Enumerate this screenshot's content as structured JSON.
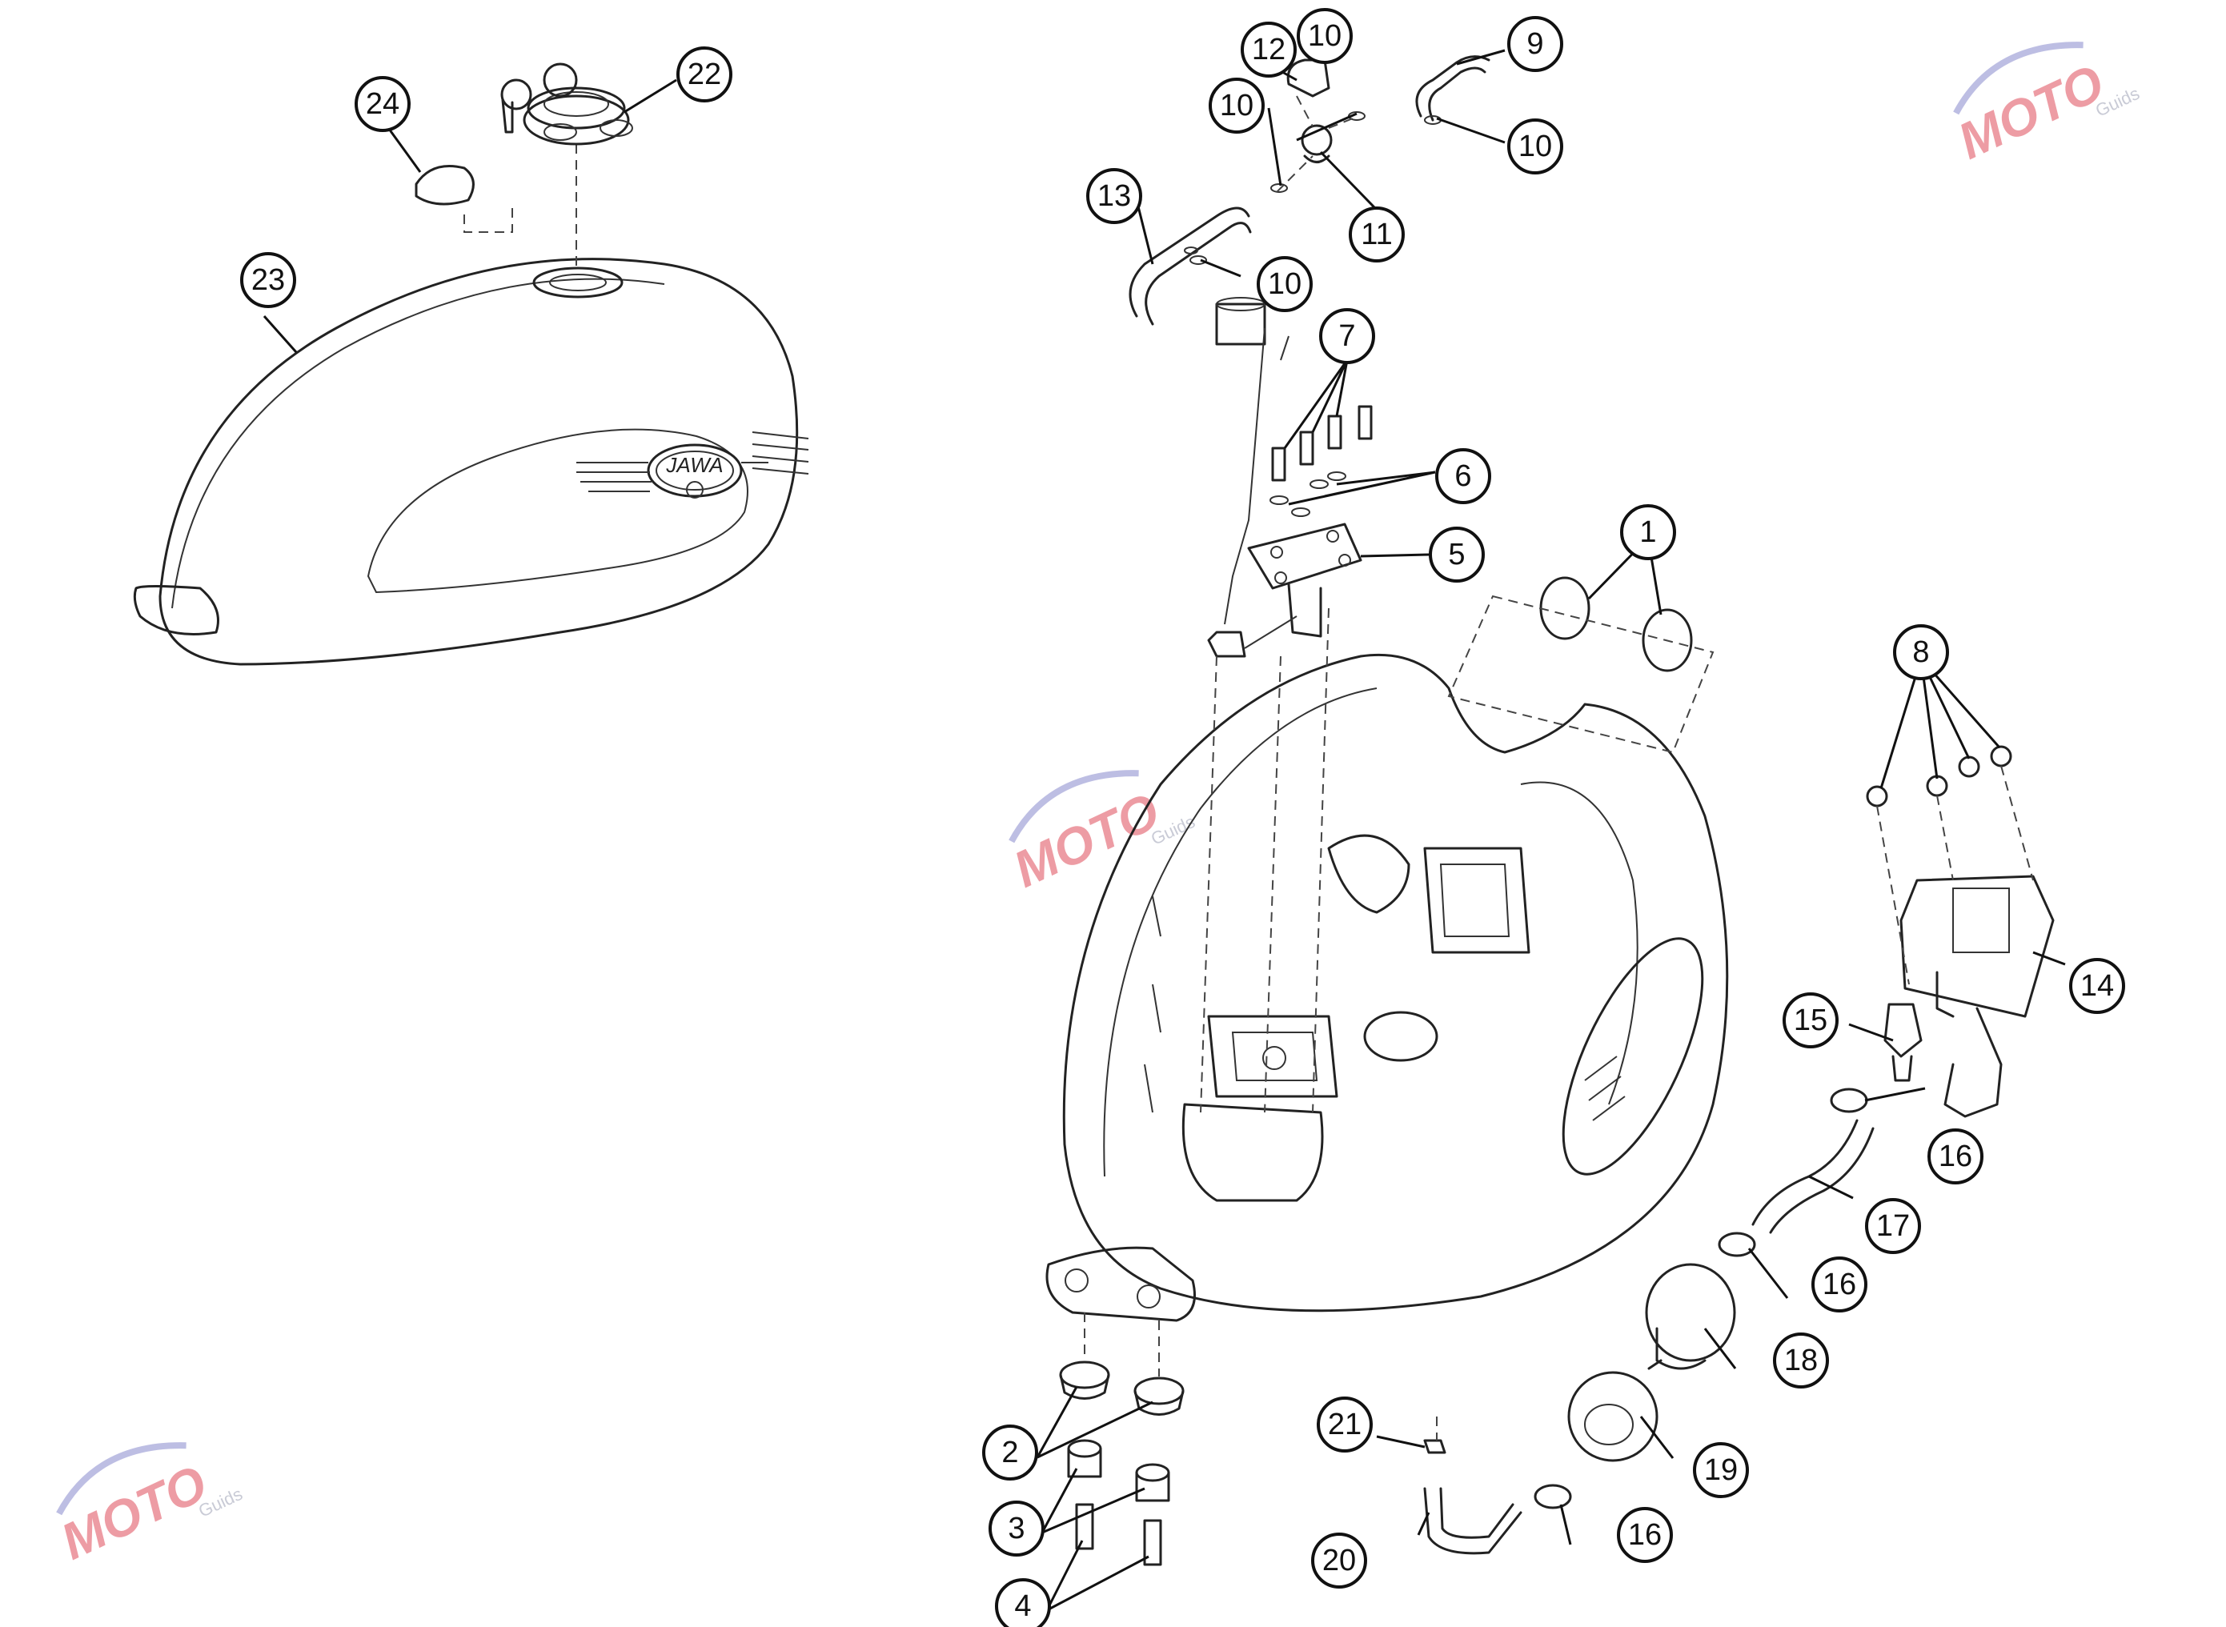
{
  "diagram": {
    "emblem_text": "JAWA",
    "watermark": {
      "brand": "MOTO",
      "sub": "Guids",
      "color_main": "#e04d5a",
      "color_accent": "#7c7ec8"
    },
    "callouts": [
      "1",
      "2",
      "3",
      "4",
      "5",
      "6",
      "7",
      "8",
      "9",
      "10",
      "11",
      "12",
      "13",
      "14",
      "15",
      "16",
      "17",
      "18",
      "19",
      "20",
      "21",
      "22",
      "23",
      "24"
    ]
  }
}
